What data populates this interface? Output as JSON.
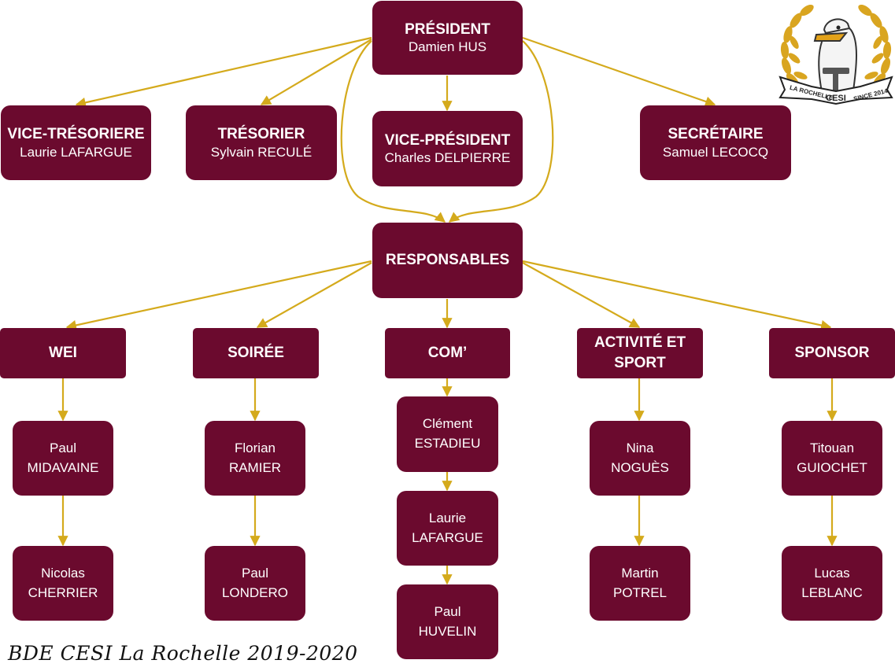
{
  "board": {
    "president": {
      "title": "PRÉSIDENT",
      "name": "Damien HUS"
    },
    "vice_tresoriere": {
      "title": "VICE-TRÉSORIERE",
      "name": "Laurie LAFARGUE"
    },
    "tresorier": {
      "title": "TRÉSORIER",
      "name": "Sylvain RECULÉ"
    },
    "vice_president": {
      "title": "VICE-PRÉSIDENT",
      "name": "Charles DELPIERRE"
    },
    "secretaire": {
      "title": "SECRÉTAIRE",
      "name": "Samuel LECOCQ"
    },
    "responsables": {
      "title": "RESPONSABLES"
    }
  },
  "poles": [
    {
      "label": "WEI",
      "members": [
        [
          "Paul",
          "MIDAVAINE"
        ],
        [
          "Nicolas",
          "CHERRIER"
        ]
      ]
    },
    {
      "label": "SOIRÉE",
      "members": [
        [
          "Florian",
          "RAMIER"
        ],
        [
          "Paul",
          "LONDERO"
        ]
      ]
    },
    {
      "label": "COM’",
      "members": [
        [
          "Clément",
          "ESTADIEU"
        ],
        [
          "Laurie",
          "LAFARGUE"
        ],
        [
          "Paul",
          "HUVELIN"
        ]
      ]
    },
    {
      "label": [
        "ACTIVITÉ ET",
        "SPORT"
      ],
      "members": [
        [
          "Nina",
          "NOGUÈS"
        ],
        [
          "Martin",
          "POTREL"
        ]
      ]
    },
    {
      "label": "SPONSOR",
      "members": [
        [
          "Titouan",
          "GUIOCHET"
        ],
        [
          "Lucas",
          "LEBLANC"
        ]
      ]
    }
  ],
  "logo": {
    "top_left": "LA ROCHELLE",
    "top_right": "SINCE 2014",
    "bottom": "CESI"
  },
  "footer": "BDE CESI La Rochelle 2019-2020",
  "colors": {
    "box": "#6b0a2e",
    "connector": "#d4aa1c",
    "box_text": "#ffffff"
  }
}
